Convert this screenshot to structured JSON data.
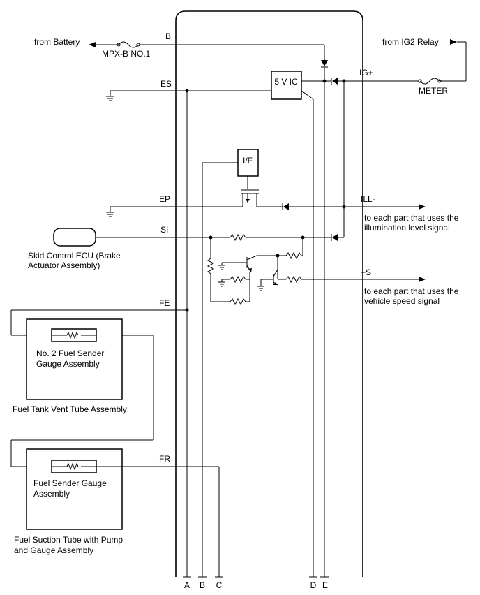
{
  "diagram": {
    "sources": {
      "battery": "from Battery",
      "ig2_relay": "from IG2 Relay"
    },
    "fuses": {
      "mpxb": "MPX-B NO.1",
      "meter": "METER"
    },
    "terminals": {
      "b": "B",
      "es": "ES",
      "ig_plus": "IG+",
      "ep": "EP",
      "ill_minus": "ILL-",
      "si": "SI",
      "plus_s": "+S",
      "fe": "FE",
      "fr": "FR"
    },
    "blocks": {
      "vic": "5 V IC",
      "if": "I/F"
    },
    "outputs": {
      "illumination_1": "to each part that uses the",
      "illumination_2": "illumination level signal",
      "speed_1": "to each part that uses the",
      "speed_2": "vehicle speed signal"
    },
    "components": {
      "skid_1": "Skid Control ECU (Brake",
      "skid_2": "Actuator Assembly)",
      "no2_sender_1": "No. 2 Fuel Sender",
      "no2_sender_2": "Gauge Assembly",
      "vent_tube": "Fuel Tank Vent Tube Assembly",
      "sender_1": "Fuel Sender Gauge",
      "sender_2": "Assembly",
      "suction_1": "Fuel Suction Tube with Pump",
      "suction_2": "and Gauge Assembly"
    },
    "bottom_labels": [
      "A",
      "B",
      "C",
      "D",
      "E"
    ]
  }
}
